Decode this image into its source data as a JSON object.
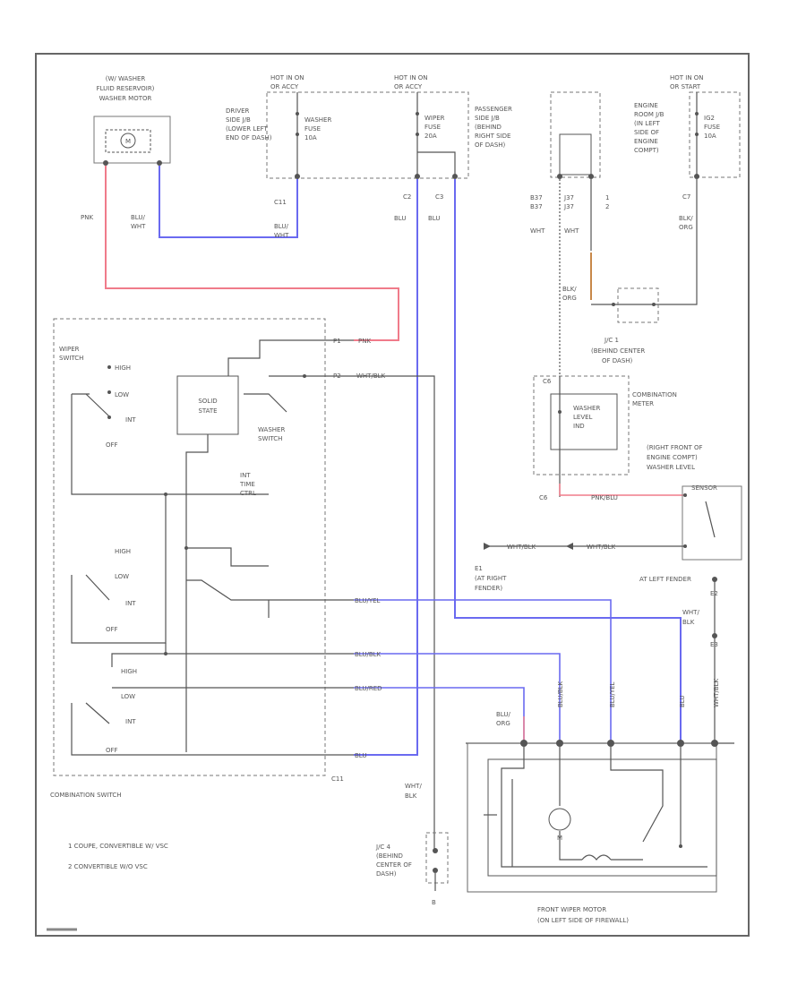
{
  "diagram": {
    "labels": {
      "washer_motor": [
        "(W/ WASHER",
        "FLUID RESERVOIR)",
        "WASHER MOTOR"
      ],
      "washer_motor_m": "M",
      "pnk": "PNK",
      "blu_wht_1": [
        "BLU/",
        "WHT"
      ],
      "hot_in_on_1": [
        "HOT IN ON",
        "OR ACCY"
      ],
      "driver_jb": [
        "DRIVER",
        "SIDE J/B",
        "(LOWER LEFT",
        "END OF DASH)"
      ],
      "washer_fuse": [
        "WASHER",
        "FUSE",
        "10A"
      ],
      "c11": "C11",
      "blu_wht_2": [
        "BLU/",
        "WHT"
      ],
      "hot_in_on_2": [
        "HOT IN ON",
        "OR ACCY"
      ],
      "wiper_fuse": [
        "WIPER",
        "FUSE",
        "20A"
      ],
      "passenger_jb": [
        "PASSENGER",
        "SIDE J/B",
        "(BEHIND",
        "RIGHT SIDE",
        "OF DASH)"
      ],
      "c12": "C2",
      "c13": "C3",
      "blu_a": "BLU",
      "blu_b": "BLU",
      "hot_in_on_3": [
        "HOT IN ON",
        "OR START"
      ],
      "engine_rb": [
        "ENGINE",
        "ROOM J/B",
        "(IN LEFT",
        "SIDE OF",
        "ENGINE",
        "COMPT)"
      ],
      "igi_fuse": [
        "IG2",
        "FUSE",
        "10A"
      ],
      "c7": "C7",
      "blk_org_1": [
        "BLK/",
        "ORG"
      ],
      "b37": [
        "B37",
        "B37"
      ],
      "j37": [
        "J37",
        "J37"
      ],
      "nums": [
        "1",
        "2"
      ],
      "wht_wht": [
        "WHT",
        "WHT"
      ],
      "blk_org_2": [
        "BLK/",
        "ORG"
      ],
      "jc1": [
        "J/C 1",
        "(BEHIND CENTER",
        "OF DASH)"
      ],
      "combination_meter": [
        "COMBINATION",
        "METER"
      ],
      "washer_level_ind": [
        "WASHER",
        "LEVEL",
        "IND"
      ],
      "c6": "C6",
      "rf_washer": [
        "(RIGHT FRONT OF",
        "ENGINE COMPT)",
        "WASHER LEVEL",
        "SENSOR"
      ],
      "wiper_switch": [
        "WIPER",
        "SWITCH"
      ],
      "high1": "HIGH",
      "low1": "LOW",
      "int1": "INT",
      "off1": "OFF",
      "solid_state": [
        "SOLID",
        "STATE"
      ],
      "washer_switch": [
        "WASHER",
        "SWITCH"
      ],
      "int_time": [
        "INT",
        "TIME",
        "CTRL"
      ],
      "p1": "P1",
      "pnk2": "PNK",
      "p2": "P2",
      "wht_blk_1": "WHT/BLK",
      "pnk_blu": "PNK/BLU",
      "wht_blk_2": "WHT/BLK",
      "wht_blk_3": "WHT/BLK",
      "e1": [
        "E1",
        "(AT RIGHT",
        "FENDER)"
      ],
      "at_left_fender": "AT LEFT FENDER",
      "e2": "E2",
      "wht_blk_4": [
        "WHT/",
        "BLK"
      ],
      "e3": "E3",
      "high2": "HIGH",
      "low2": "LOW",
      "int2": "INT",
      "off2": "OFF",
      "high3": "HIGH",
      "low3": "LOW",
      "int3": "INT",
      "off3": "OFF",
      "blu_yel": "BLU/YEL",
      "blu_blk": "BLU/BLK",
      "blu_red": "BLU/RED",
      "blu_c": "BLU",
      "c11b": "C11",
      "blu_org": [
        "BLU/",
        "ORG"
      ],
      "vert_blu_blk": "BLU/BLK",
      "vert_blu_yel": "BLU/YEL",
      "vert_blu": "BLU",
      "vert_wht_blk": "WHT/BLK",
      "wht_blk_5": [
        "WHT/",
        "BLK"
      ],
      "jc4": [
        "J/C 4",
        "(BEHIND",
        "CENTER OF",
        "DASH)"
      ],
      "combination_switch": "COMBINATION SWITCH",
      "legend_1": "1 COUPE, CONVERTIBLE W/ VSC",
      "legend_2": "2 CONVERTIBLE W/O VSC",
      "front_wiper_motor": [
        "FRONT WIPER MOTOR",
        "(ON LEFT SIDE OF FIREWALL)"
      ],
      "ground_b": "B"
    },
    "colors": {
      "pink_wire": "#f07b8a",
      "blue_wire": "#6a6af0",
      "orange_wire": "#c8884a",
      "line": "#555555"
    }
  }
}
